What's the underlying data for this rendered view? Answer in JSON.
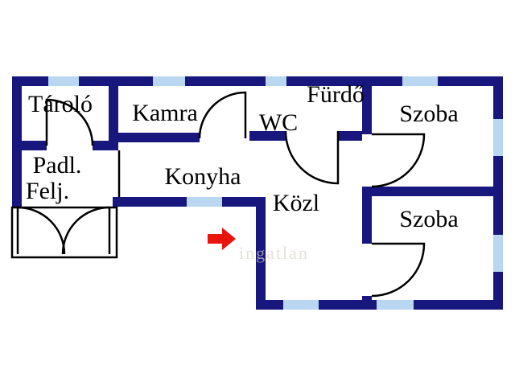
{
  "floorplan": {
    "rooms": {
      "tarolo": {
        "label": "Tároló"
      },
      "kamra": {
        "label": "Kamra"
      },
      "furdo": {
        "label": "Fürdő"
      },
      "wc": {
        "label": "WC"
      },
      "szoba_top": {
        "label": "Szoba"
      },
      "padl": {
        "label": "Padl."
      },
      "felj": {
        "label": "Felj."
      },
      "konyha": {
        "label": "Konyha"
      },
      "kozl": {
        "label": "Közl"
      },
      "szoba_bottom": {
        "label": "Szoba"
      }
    },
    "watermark": "ingatlan",
    "colors": {
      "wall": "#17177d",
      "window": "#b9d7f1",
      "door_line": "#000000",
      "arrow": "#e8150d",
      "background": "#ffffff",
      "label_text": "#000000",
      "watermark_text": "#d6d2c8"
    }
  }
}
